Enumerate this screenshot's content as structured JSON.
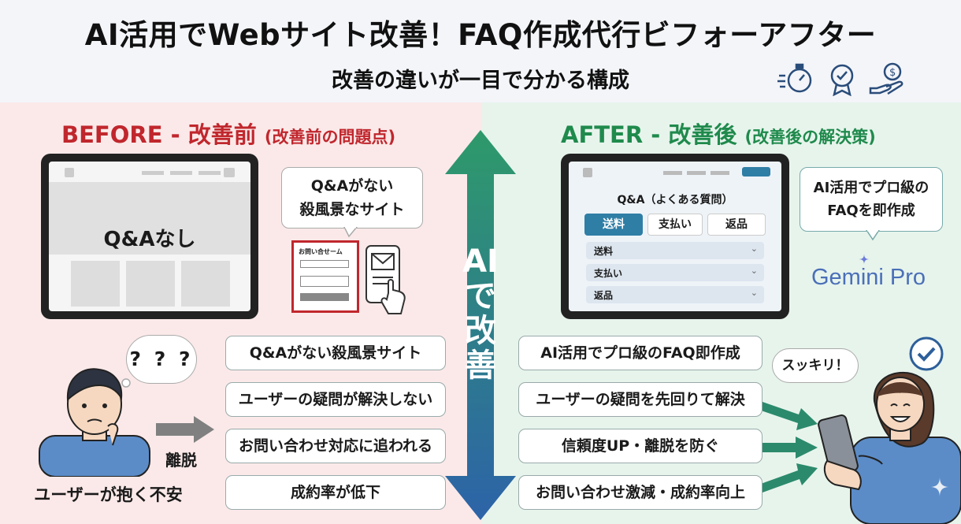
{
  "header": {
    "title": "AI活用でWebサイト改善！FAQ作成代行ビフォーアフター",
    "subtitle": "改善の違いが一目で分かる構成",
    "icons": [
      "stopwatch-icon",
      "award-badge-icon",
      "hand-coin-icon"
    ]
  },
  "before": {
    "title_main": "BEFORE - 改善前",
    "title_sub": "(改善前の問題点)",
    "tablet_text": "Q&Aなし",
    "bubble_line1": "Q&Aがない",
    "bubble_line2": "殺風景なサイト",
    "form_title": "お問い合せーム",
    "thought": "? ? ?",
    "leave_label": "離脱",
    "user_caption": "ユーザーが抱く不安",
    "items": [
      "Q&Aがない殺風景サイト",
      "ユーザーの疑問が解決しない",
      "お問い合わせ対応に追われる",
      "成約率が低下"
    ]
  },
  "center": {
    "chars": [
      "AI",
      "で",
      "改",
      "善"
    ]
  },
  "after": {
    "title_main": "AFTER - 改善後",
    "title_sub": "(改善後の解決策)",
    "faq_title": "Q&A（よくある質問）",
    "tabs": [
      "送料",
      "支払い",
      "返品"
    ],
    "accordion": [
      "送料",
      "支払い",
      "返品"
    ],
    "bubble_line1": "AI活用でプロ級の",
    "bubble_line2": "FAQを即作成",
    "brand": "Gemini Pro",
    "speech": "スッキリ！",
    "items": [
      "AI活用でプロ級のFAQ即作成",
      "ユーザーの疑問を先回りて解決",
      "信頼度UP・離脱を防ぐ",
      "お問い合わせ激減・成約率向上"
    ]
  },
  "colors": {
    "before_red": "#c0272d",
    "after_green": "#1f8a4c",
    "arrow_top": "#2e9a6a",
    "arrow_bottom": "#2d63a8",
    "tab_active": "#2f7ea6"
  }
}
